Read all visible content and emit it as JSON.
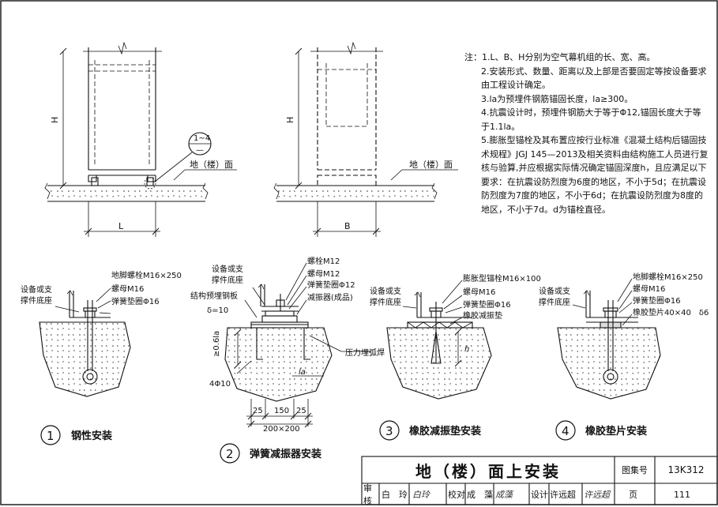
{
  "notes": {
    "heading": "注：",
    "items": [
      "1.L、B、H分别为空气幕机组的长、宽、高。",
      "2.安装形式、数量、距离以及上部是否要固定等按设备要求由工程设计确定。",
      "3.la为预埋件钢筋锚固长度，la≥300。",
      "4.抗震设计时，预埋件钢筋大于等于Φ12,锚固长度大于等于1.1la。",
      "5.膨胀型锚栓及其布置应按行业标准《混凝土结构后锚固技术规程》JGJ 145—2013及相关资料由结构施工人员进行复核与验算,并应根据实际情况确定锚固深度h，且应满足以下要求：在抗震设防烈度为6度的地区，不小于5d；在抗震设防烈度为7度的地区，不小于6d；在抗震设防烈度为8度的地区，不小于7d。d为锚栓直径。"
    ]
  },
  "top_views": {
    "front": {
      "dim_h": "H",
      "dim_l": "L",
      "floor": "地（楼）面",
      "callout_top": "1~4",
      "callout_bottom": "—"
    },
    "side": {
      "dim_h": "H",
      "dim_b": "B",
      "floor": "地（楼）面"
    }
  },
  "details": {
    "d1": {
      "num": "1",
      "title": "钢性安装",
      "base": "设备或支撑件底座",
      "labels": [
        "地脚螺栓M16×250",
        "螺母M16",
        "弹簧垫圈Φ16"
      ]
    },
    "d2": {
      "num": "2",
      "title": "弹簧减振器安装",
      "base": "设备或支撑件底座",
      "plate": "结构预埋钢板",
      "delta": "δ=10",
      "labels": [
        "螺栓M12",
        "螺母M12",
        "弹簧垫圈Φ12",
        "减振器(成品)"
      ],
      "weld": "压力埋弧焊",
      "depth": "≥0.6la",
      "rebar": "4Φ10",
      "la": "la",
      "dims": [
        "25",
        "150",
        "25"
      ],
      "total": "200×200"
    },
    "d3": {
      "num": "3",
      "title": "橡胶减振垫安装",
      "base": "设备或支撑件底座",
      "labels": [
        "膨胀型锚栓M16×100",
        "螺母M16",
        "弹簧垫圈Φ16",
        "橡胶减振垫"
      ],
      "depth": "h"
    },
    "d4": {
      "num": "4",
      "title": "橡胶垫片安装",
      "base": "设备或支撑件底座",
      "labels": [
        "地脚螺栓M16×250",
        "螺母M16",
        "弹簧垫圈Φ16",
        "橡胶垫片40×40　δ6"
      ]
    }
  },
  "title_block": {
    "title": "地（楼）面上安装",
    "atlas_label": "图集号",
    "atlas_no": "13K312",
    "row": [
      {
        "k": "审核",
        "v": "白　玲",
        "sig": "白玲"
      },
      {
        "k": "校对",
        "v": "成　藻",
        "sig": "成藻"
      },
      {
        "k": "设计",
        "v": "许远超",
        "sig": "许远超"
      }
    ],
    "page_label": "页",
    "page_no": "111"
  }
}
